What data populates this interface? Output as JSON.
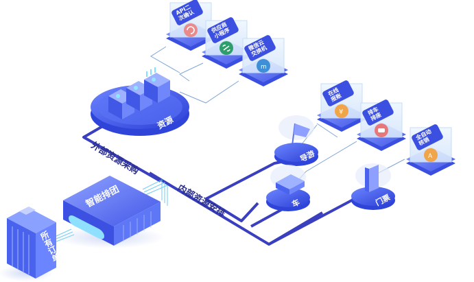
{
  "orders": {
    "label": "所有订单"
  },
  "scheduler": {
    "label": "智能排团"
  },
  "resource": {
    "label": "资源"
  },
  "paths": {
    "external": "外部资源采购",
    "internal": "内部资源安排"
  },
  "external_cards": [
    {
      "label": "API二\n次确认",
      "icon": "refresh-icon"
    },
    {
      "label": "供应商\n小程序",
      "icon": "link-icon"
    },
    {
      "label": "微信云\n交换机",
      "icon": "switch-icon"
    }
  ],
  "internal_nodes": [
    {
      "label": "导游",
      "icon": "flag-icon"
    },
    {
      "label": "车",
      "icon": "car-icon"
    },
    {
      "label": "门票",
      "icon": "ticket-icon"
    }
  ],
  "internal_cards": [
    {
      "label": "在线\n报账",
      "icon": "yuan-icon"
    },
    {
      "label": "排车\n排座",
      "icon": "seat-icon"
    },
    {
      "label": "全自动\n核销",
      "icon": "check-icon"
    }
  ],
  "colors": {
    "primary": "#3b4fe0",
    "line": "#3a3fbf",
    "accent": "#4fc3f7",
    "green": "#2e9e6b"
  }
}
